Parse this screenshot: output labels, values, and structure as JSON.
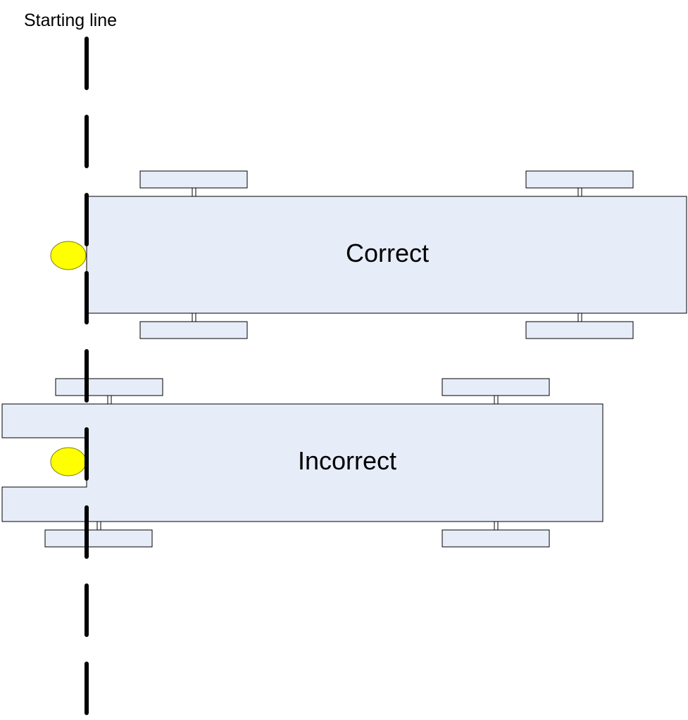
{
  "labels": {
    "starting_line": "Starting line",
    "correct": "Correct",
    "incorrect": "Incorrect"
  },
  "colors": {
    "body_fill": "#e7edf8",
    "outline": "#000000",
    "ball_fill": "#ffff00",
    "ball_outline": "#808000",
    "line": "#000000"
  },
  "icons": {
    "ball": "yellow-ball-icon"
  }
}
